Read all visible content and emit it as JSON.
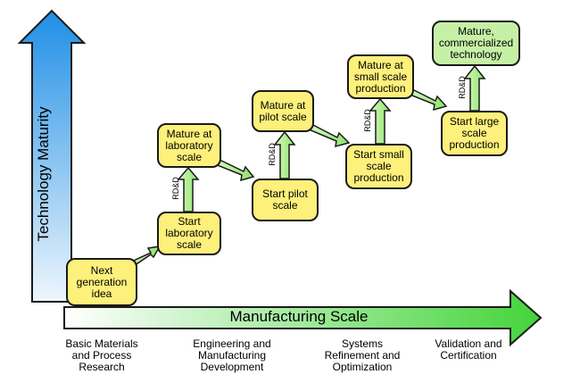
{
  "axes": {
    "y_label": "Technology Maturity",
    "x_label": "Manufacturing Scale",
    "colors": {
      "y_arrow_top": "#1f8fe5",
      "y_arrow_bottom": "#e9f4fd",
      "x_arrow_left": "#ffffff",
      "x_arrow_right": "#44d43a"
    }
  },
  "boxes": [
    {
      "id": "next-gen",
      "text": "Next\ngeneration\nidea",
      "color": "yellow"
    },
    {
      "id": "start-lab",
      "text": "Start\nlaboratory\nscale",
      "color": "yellow"
    },
    {
      "id": "mature-lab",
      "text": "Mature at\nlaboratory\nscale",
      "color": "yellow"
    },
    {
      "id": "start-pilot",
      "text": "Start pilot\nscale",
      "color": "yellow"
    },
    {
      "id": "mature-pilot",
      "text": "Mature at\npilot scale",
      "color": "yellow"
    },
    {
      "id": "start-small",
      "text": "Start small\nscale\nproduction",
      "color": "yellow"
    },
    {
      "id": "mature-small",
      "text": "Mature at\nsmall scale\nproduction",
      "color": "yellow"
    },
    {
      "id": "start-large",
      "text": "Start large\nscale\nproduction",
      "color": "yellow"
    },
    {
      "id": "mature-commercial",
      "text": "Mature,\ncommercialized\ntechnology",
      "color": "green"
    }
  ],
  "rdd_label": "RD&D",
  "stages": [
    "Basic Materials\nand Process\nResearch",
    "Engineering and\nManufacturing\nDevelopment",
    "Systems\nRefinement and\nOptimization",
    "Validation and\nCertification"
  ]
}
